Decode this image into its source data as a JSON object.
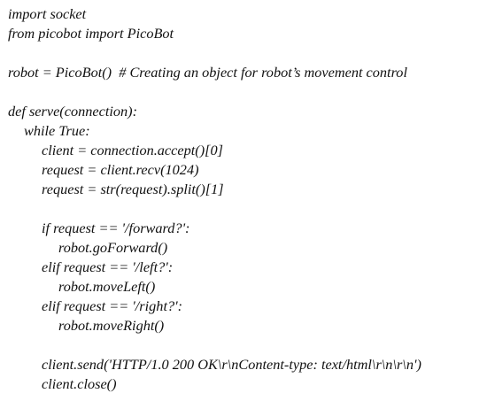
{
  "code": {
    "lines": [
      "import socket",
      "from picobot import PicoBot",
      "",
      "robot = PicoBot()  # Creating an object for robot’s movement control",
      "",
      "def serve(connection):",
      "while True:",
      "client = connection.accept()[0]",
      "request = client.recv(1024)",
      "request = str(request).split()[1]",
      "",
      "if request == '/forward?':",
      "robot.goForward()",
      "elif request == '/left?':",
      "robot.moveLeft()",
      "elif request == '/right?':",
      "robot.moveRight()",
      "",
      "client.send('HTTP/1.0 200 OK\\r\\nContent-type: text/html\\r\\n\\r\\n')",
      "client.close()"
    ]
  }
}
